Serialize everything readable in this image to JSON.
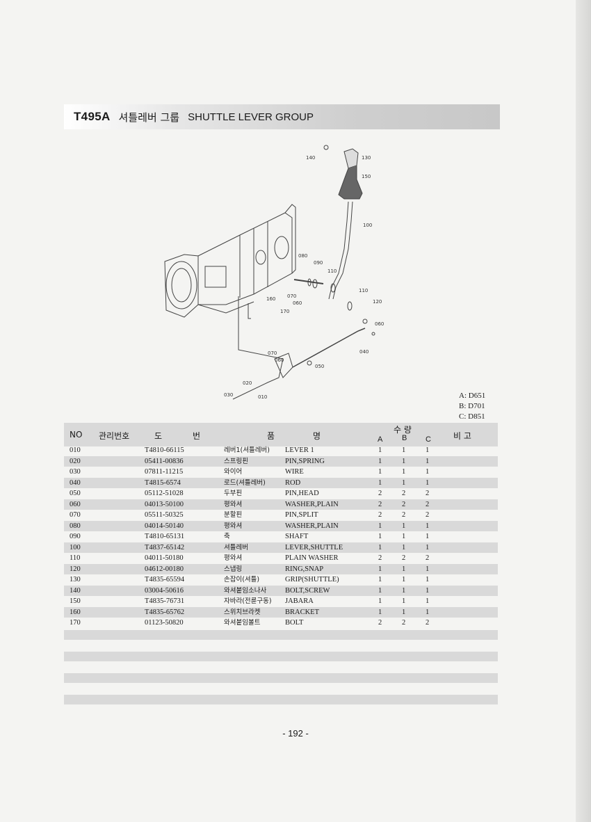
{
  "header": {
    "code": "T495A",
    "title_ko": "셔틀레버 그룹",
    "title_en": "SHUTTLE LEVER GROUP"
  },
  "diagram": {
    "callouts": [
      "140",
      "130",
      "150",
      "100",
      "080",
      "090",
      "110",
      "160",
      "170",
      "070",
      "060",
      "110",
      "120",
      "060",
      "040",
      "070",
      "060",
      "050",
      "020",
      "030",
      "010"
    ]
  },
  "variants": [
    "A: D651",
    "B: D701",
    "C: D851"
  ],
  "table": {
    "headers": {
      "no": "NO",
      "mgmt": "관리번호",
      "part_do": "도",
      "part_beon": "번",
      "name_pum": "품",
      "name_myeong": "명",
      "qty": "수 량",
      "a": "A",
      "b": "B",
      "c": "C",
      "remark": "비 고"
    },
    "rows": [
      {
        "no": "010",
        "part": "T4810-66115",
        "ko": "레버1(셔틀레버)",
        "en": "LEVER 1",
        "a": "1",
        "b": "1",
        "c": "1"
      },
      {
        "no": "020",
        "part": "05411-00836",
        "ko": "스프링핀",
        "en": "PIN,SPRING",
        "a": "1",
        "b": "1",
        "c": "1"
      },
      {
        "no": "030",
        "part": "07811-11215",
        "ko": "와이어",
        "en": "WIRE",
        "a": "1",
        "b": "1",
        "c": "1"
      },
      {
        "no": "040",
        "part": "T4815-6574",
        "ko": "로드(셔틀레버)",
        "en": "ROD",
        "a": "1",
        "b": "1",
        "c": "1"
      },
      {
        "no": "050",
        "part": "05112-51028",
        "ko": "두부핀",
        "en": "PIN,HEAD",
        "a": "2",
        "b": "2",
        "c": "2"
      },
      {
        "no": "060",
        "part": "04013-50100",
        "ko": "평와셔",
        "en": "WASHER,PLAIN",
        "a": "2",
        "b": "2",
        "c": "2"
      },
      {
        "no": "070",
        "part": "05511-50325",
        "ko": "분할핀",
        "en": "PIN,SPLIT",
        "a": "2",
        "b": "2",
        "c": "2"
      },
      {
        "no": "080",
        "part": "04014-50140",
        "ko": "평와셔",
        "en": "WASHER,PLAIN",
        "a": "1",
        "b": "1",
        "c": "1"
      },
      {
        "no": "090",
        "part": "T4810-65131",
        "ko": "축",
        "en": "SHAFT",
        "a": "1",
        "b": "1",
        "c": "1"
      },
      {
        "no": "100",
        "part": "T4837-65142",
        "ko": "셔틀레버",
        "en": "LEVER,SHUTTLE",
        "a": "1",
        "b": "1",
        "c": "1"
      },
      {
        "no": "110",
        "part": "04011-50180",
        "ko": "평와셔",
        "en": "PLAIN WASHER",
        "a": "2",
        "b": "2",
        "c": "2"
      },
      {
        "no": "120",
        "part": "04612-00180",
        "ko": "스냅링",
        "en": "RING,SNAP",
        "a": "1",
        "b": "1",
        "c": "1"
      },
      {
        "no": "130",
        "part": "T4835-65594",
        "ko": "손잡이(셔틀)",
        "en": "GRIP(SHUTTLE)",
        "a": "1",
        "b": "1",
        "c": "1"
      },
      {
        "no": "140",
        "part": "03004-50616",
        "ko": "와셔붙임소나사",
        "en": "BOLT,SCREW",
        "a": "1",
        "b": "1",
        "c": "1"
      },
      {
        "no": "150",
        "part": "T4835-76731",
        "ko": "자바라(전륜구동)",
        "en": "JABARA",
        "a": "1",
        "b": "1",
        "c": "1"
      },
      {
        "no": "160",
        "part": "T4835-65762",
        "ko": "스위치브라켓",
        "en": "BRACKET",
        "a": "1",
        "b": "1",
        "c": "1"
      },
      {
        "no": "170",
        "part": "01123-50820",
        "ko": "와셔붙임볼트",
        "en": "BOLT",
        "a": "2",
        "b": "2",
        "c": "2"
      }
    ]
  },
  "footer": {
    "page": "- 192 -"
  }
}
